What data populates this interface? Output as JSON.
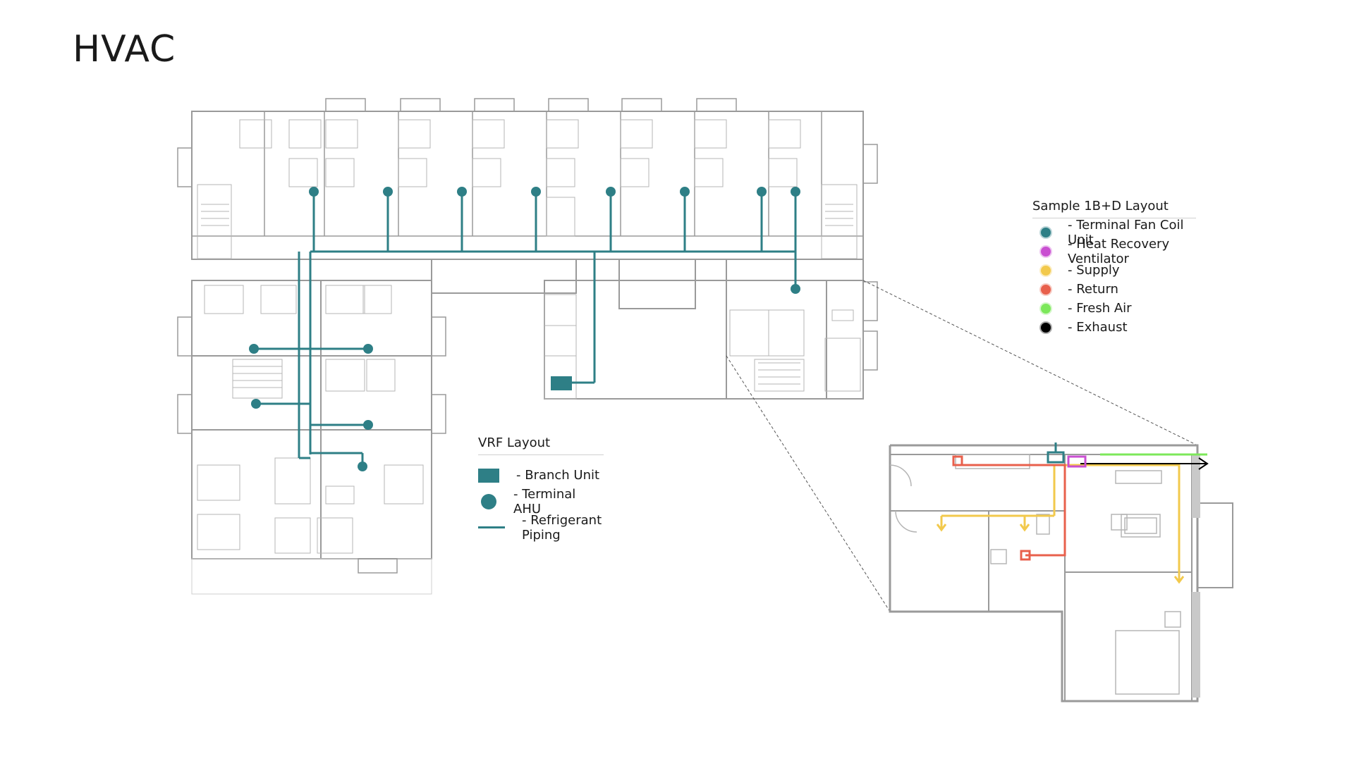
{
  "title": "HVAC",
  "vrf_legend": {
    "title": "VRF Layout",
    "items": [
      {
        "symbol": "square",
        "label": "- Branch Unit"
      },
      {
        "symbol": "circle",
        "label": "- Terminal AHU"
      },
      {
        "symbol": "line",
        "label": "- Refrigerant Piping"
      }
    ]
  },
  "sample_legend": {
    "title": "Sample 1B+D Layout",
    "items": [
      {
        "label": "- Terminal Fan Coil Unit",
        "color": "#2e7f86"
      },
      {
        "label": "- Heat Recovery Ventilator",
        "color": "#c94fd1"
      },
      {
        "label": "- Supply",
        "color": "#f2c94c"
      },
      {
        "label": "- Return",
        "color": "#e8604c"
      },
      {
        "label": "- Fresh Air",
        "color": "#7ce85a"
      },
      {
        "label": "- Exhaust",
        "color": "#000000"
      }
    ]
  },
  "colors": {
    "piping": "#2e7f86",
    "walls": "#9a9a9a",
    "supply": "#f2c94c",
    "return": "#e8604c",
    "fresh_air": "#7ce85a",
    "hrv": "#c94fd1",
    "exhaust": "#000000"
  }
}
